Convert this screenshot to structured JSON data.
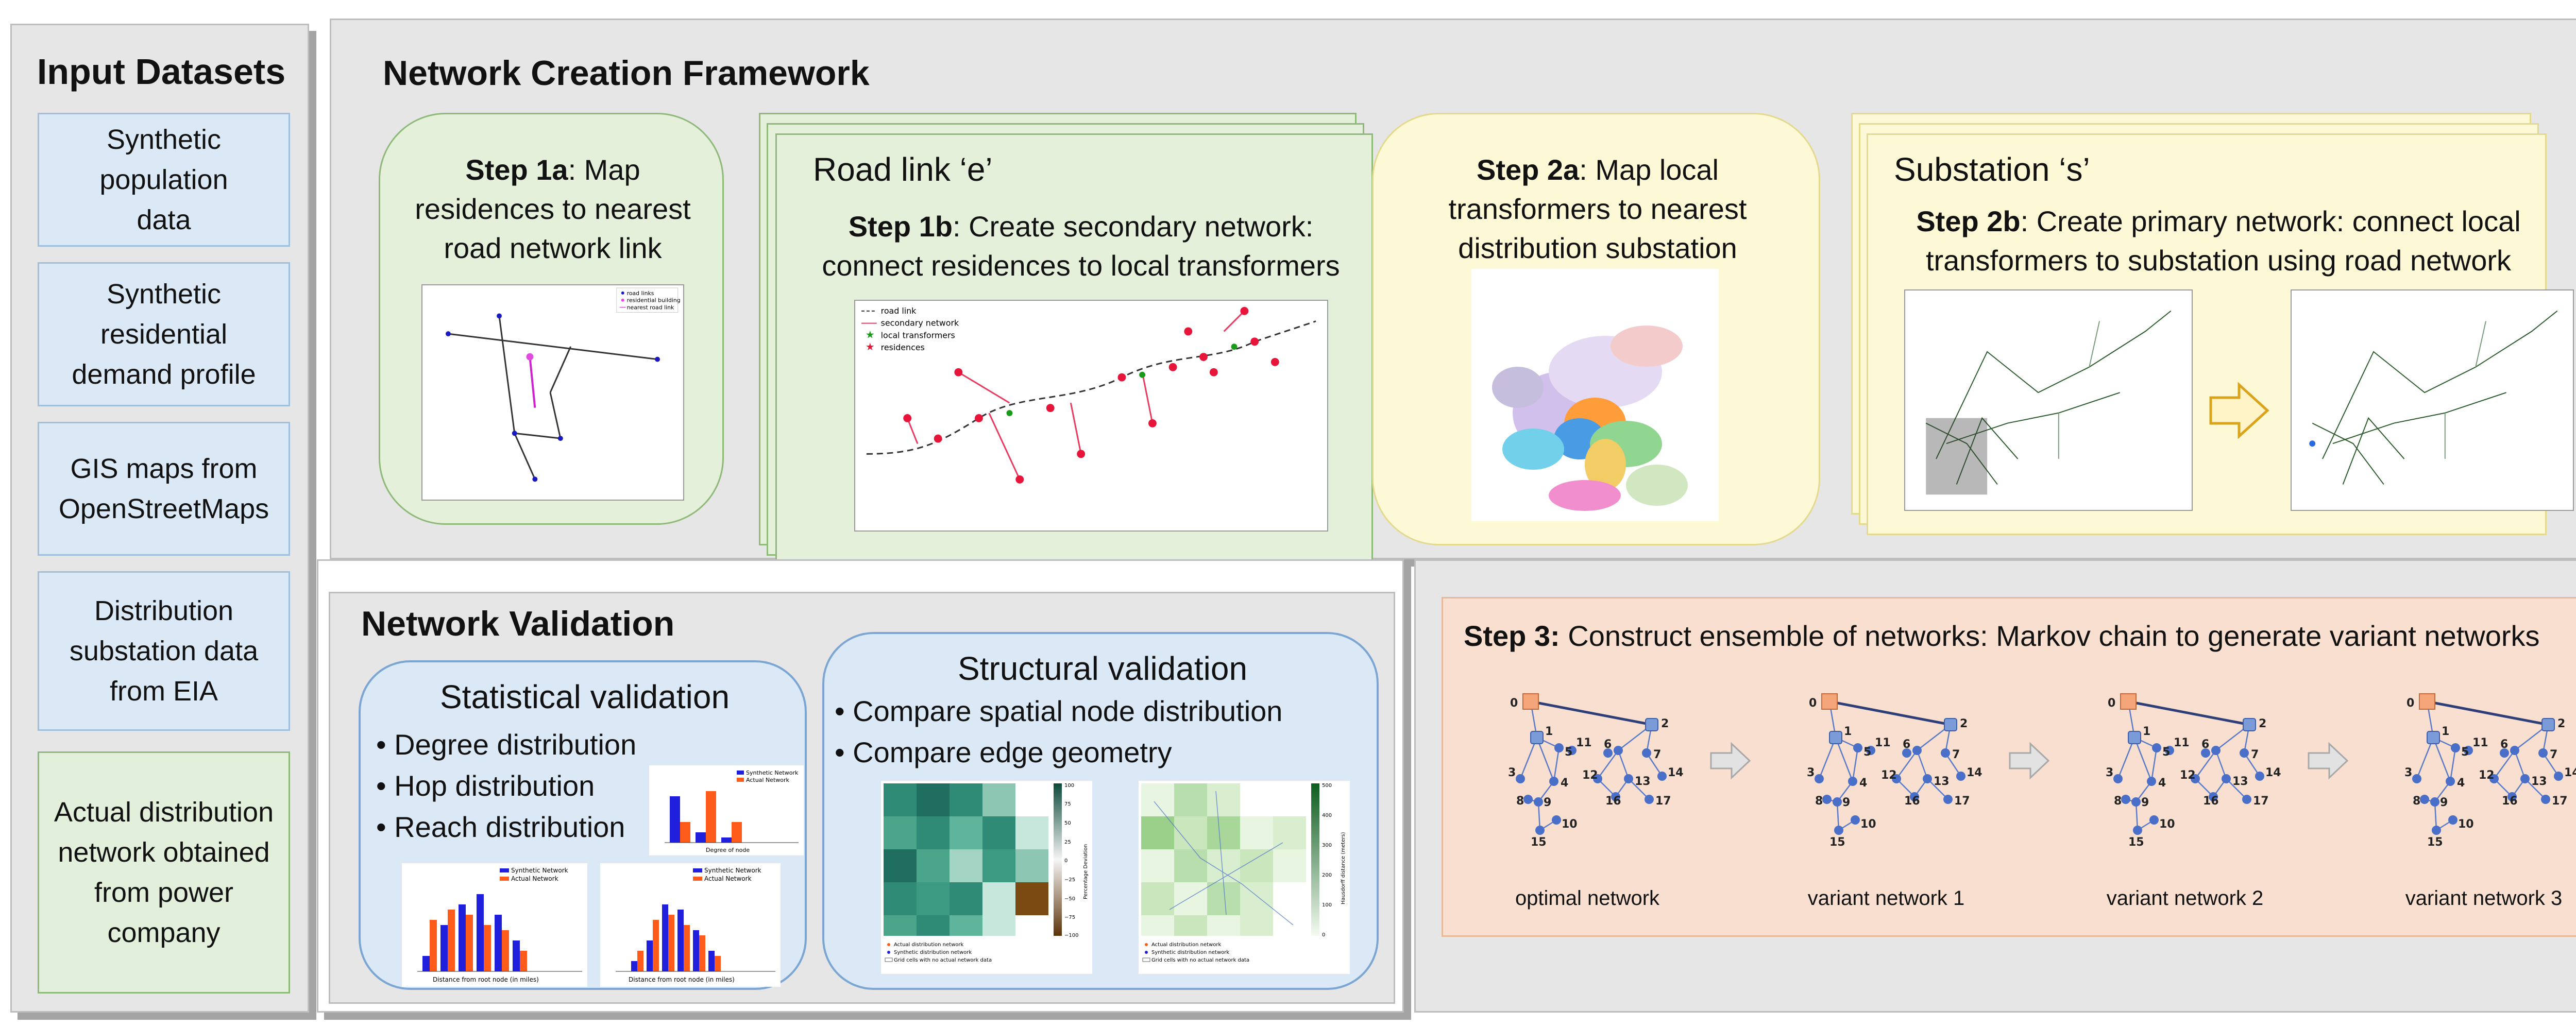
{
  "input_panel": {
    "title": "Input Datasets",
    "items": [
      "Synthetic population data",
      "Synthetic residential demand profile",
      "GIS maps from OpenStreetMaps",
      "Distribution substation data from EIA",
      "Actual distribution network obtained from power company"
    ]
  },
  "creation": {
    "title": "Network Creation Framework",
    "step1a": {
      "bold": "Step 1a",
      "text": ": Map residences to nearest road network link"
    },
    "road_link": "Road link ‘e’",
    "step1b": {
      "bold": "Step 1b",
      "text": ": Create secondary network: connect residences to local transformers"
    },
    "step2a": {
      "bold": "Step 2a",
      "text": ": Map local transformers to nearest distribution substation"
    },
    "substation": "Substation ‘s’",
    "step2b": {
      "bold": "Step 2b",
      "text": ": Create primary network: connect local transformers to substation using road network"
    },
    "legend1b": [
      "road link",
      "secondary network",
      "local transformers",
      "residences"
    ],
    "legend1a": [
      "road links",
      "residential building",
      "nearest road link"
    ]
  },
  "validation": {
    "title": "Network Validation",
    "statistical": {
      "title": "Statistical validation",
      "bullets": [
        "Degree distribution",
        "Hop distribution",
        "Reach distribution"
      ],
      "legend": [
        "Synthetic Network",
        "Actual Network"
      ],
      "xlabel_degree": "Degree of node",
      "xlabel_hop": "Distance from root node (in miles)",
      "xlabel_reach": "Distance from root node (in miles)"
    },
    "structural": {
      "title": "Structural validation",
      "bullets": [
        "Compare spatial node distribution",
        "Compare edge geometry"
      ],
      "colorbar1_label": "Percentage Deviation",
      "colorbar1_ticks": [
        "100",
        "75",
        "50",
        "25",
        "0",
        "−25",
        "−50",
        "−75",
        "−100"
      ],
      "colorbar2_label": "Hausdorff distance (meters)",
      "colorbar2_ticks": [
        "500",
        "400",
        "300",
        "200",
        "100",
        "0"
      ],
      "legend": [
        "Actual distribution network",
        "Synthetic distribution network",
        "Grid cells with no actual network data"
      ]
    }
  },
  "step3": {
    "bold": "Step 3:",
    "text": " Construct ensemble of networks: Markov chain to generate variant networks",
    "captions": [
      "optimal network",
      "variant network 1",
      "variant network 2",
      "variant network 3"
    ],
    "node_labels": [
      "0",
      "1",
      "2",
      "3",
      "4",
      "5",
      "6",
      "7",
      "8",
      "9",
      "10",
      "11",
      "12",
      "13",
      "14",
      "15",
      "16",
      "17"
    ]
  },
  "colors": {
    "blue_card": "#dbe9f6",
    "green_card": "#e4f0da",
    "yellow_card": "#fdf8d6",
    "step3_bg": "#f8dfd0",
    "synthetic": "#1f1fdc",
    "actual": "#ff5b1a",
    "node_root": "#f4a57a",
    "node": "#4a6fc9"
  }
}
